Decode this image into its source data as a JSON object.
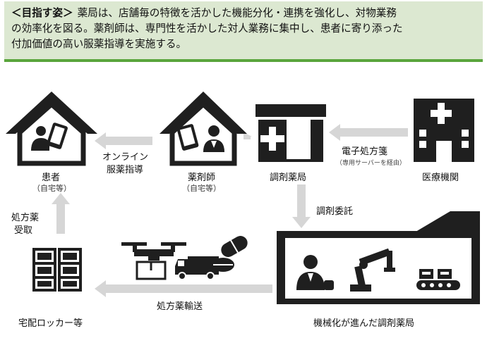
{
  "banner": {
    "lead": "＜目指す姿＞",
    "line1": "薬局は、店舗毎の特徴を活かした機能分化・連携を強化し、対物業務",
    "line2": "の効率化を図る。薬剤師は、専門性を活かした対人業務に集中し、患者に寄り添った",
    "line3": "付加価値の高い服薬指導を実施する。"
  },
  "nodes": {
    "patient": {
      "label": "患者",
      "sub": "（自宅等）"
    },
    "pharmacist": {
      "label": "薬剤師",
      "sub": "（自宅等）"
    },
    "dispensing_pharmacy": {
      "label": "調剤薬局"
    },
    "medical_institution": {
      "label": "医療機関"
    },
    "automated_pharmacy": {
      "label": "機械化が進んだ調剤薬局"
    },
    "delivery_locker": {
      "label": "宅配ロッカー等"
    }
  },
  "arrows": {
    "online_guidance_line1": "オンライン",
    "online_guidance_line2": "服薬指導",
    "e_prescription": "電子処方箋",
    "e_prescription_note": "（専用サーバーを経由）",
    "dispensing_request": "調剤委託",
    "prescription_receipt_line1": "処方薬",
    "prescription_receipt_line2": "受取",
    "prescription_delivery": "処方薬輸送"
  },
  "colors": {
    "banner_bg": "#dce8d1",
    "banner_border": "#5aa53c",
    "icon": "#1f1f1f",
    "arrow": "#d6d6d6"
  }
}
